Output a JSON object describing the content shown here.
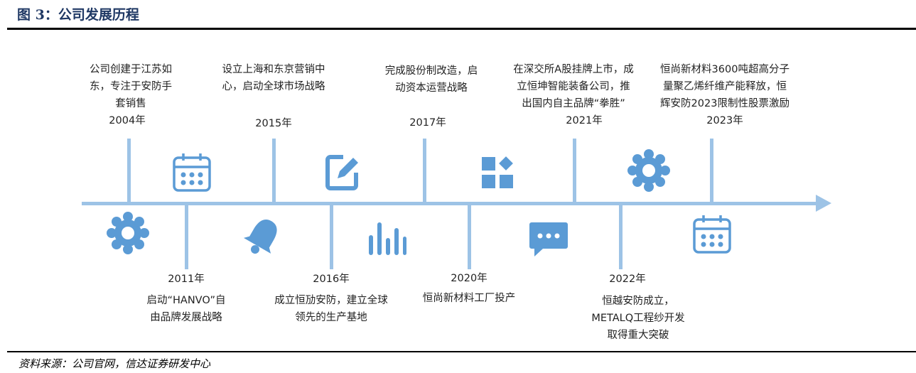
{
  "title": "图 3：公司发展历程",
  "source": "资料来源：公司官网，信达证券研发中心",
  "colors": {
    "line": "#9dc3e6",
    "icon": "#5b9bd5",
    "title": "#1f3864"
  },
  "events_top": [
    {
      "year": "2004年",
      "lines": [
        "公司创建于江苏如",
        "东，专注于安防手",
        "套销售"
      ]
    },
    {
      "year": "2015年",
      "lines": [
        "设立上海和东京营销中",
        "心，启动全球市场战略"
      ]
    },
    {
      "year": "2017年",
      "lines": [
        "完成股份制改造，启",
        "动资本运营战略"
      ]
    },
    {
      "year": "2021年",
      "lines": [
        "在深交所A股挂牌上市，成",
        "立恒坤智能装备公司，推",
        "出国内自主品牌“拳胜”"
      ]
    },
    {
      "year": "2023年",
      "lines": [
        "恒尚新材料3600吨超高分子",
        "量聚乙烯纤维产能释放，恒",
        "辉安防2023限制性股票激励"
      ]
    }
  ],
  "events_bottom": [
    {
      "year": "2011年",
      "lines": [
        "启动“HANVO”自",
        "由品牌发展战略"
      ]
    },
    {
      "year": "2016年",
      "lines": [
        "成立恒劢安防，建立全球",
        "领先的生产基地"
      ]
    },
    {
      "year": "2020年",
      "lines": [
        "恒尚新材料工厂投产"
      ]
    },
    {
      "year": "2022年",
      "lines": [
        "恒越安防成立，",
        "METALQ工程纱开发",
        "取得重大突破"
      ]
    }
  ],
  "icons": [
    "gear-icon",
    "calendar-icon",
    "bell-icon",
    "edit-icon",
    "bar-chart-icon",
    "grid-icon",
    "chat-icon",
    "gear-icon",
    "calendar-icon"
  ]
}
